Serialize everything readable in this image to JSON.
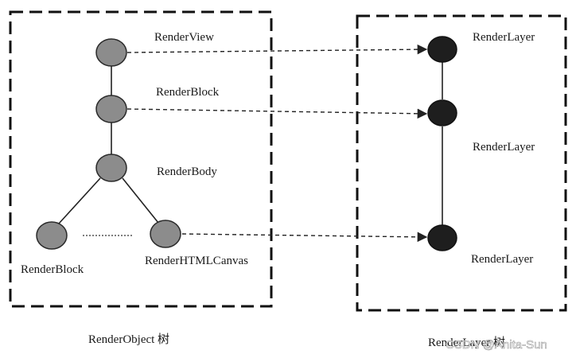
{
  "render_object_tree": {
    "caption": "RenderObject 树",
    "nodes": [
      {
        "id": "render-view",
        "label": "RenderView"
      },
      {
        "id": "render-block",
        "label": "RenderBlock"
      },
      {
        "id": "render-body",
        "label": "RenderBody"
      },
      {
        "id": "render-block-child",
        "label": "RenderBlock"
      },
      {
        "id": "render-html-canvas",
        "label": "RenderHTMLCanvas"
      }
    ],
    "edges": [
      [
        "render-view",
        "render-block"
      ],
      [
        "render-block",
        "render-body"
      ],
      [
        "render-body",
        "render-block-child"
      ],
      [
        "render-body",
        "render-html-canvas"
      ]
    ]
  },
  "render_layer_tree": {
    "caption": "RenderLayer 树",
    "nodes": [
      {
        "id": "layer-1",
        "label": "RenderLayer"
      },
      {
        "id": "layer-2",
        "label": "RenderLayer"
      },
      {
        "id": "layer-3",
        "label": "RenderLayer"
      }
    ],
    "edges": [
      [
        "layer-1",
        "layer-2"
      ],
      [
        "layer-2",
        "layer-3"
      ]
    ]
  },
  "mappings": [
    [
      "render-view",
      "layer-1"
    ],
    [
      "render-block",
      "layer-2"
    ],
    [
      "render-html-canvas",
      "layer-3"
    ]
  ],
  "watermark": "CSDN @Anita-Sun",
  "colors": {
    "object_node": "#8c8c8c",
    "layer_node": "#1e1e1e",
    "stroke": "#222222"
  }
}
